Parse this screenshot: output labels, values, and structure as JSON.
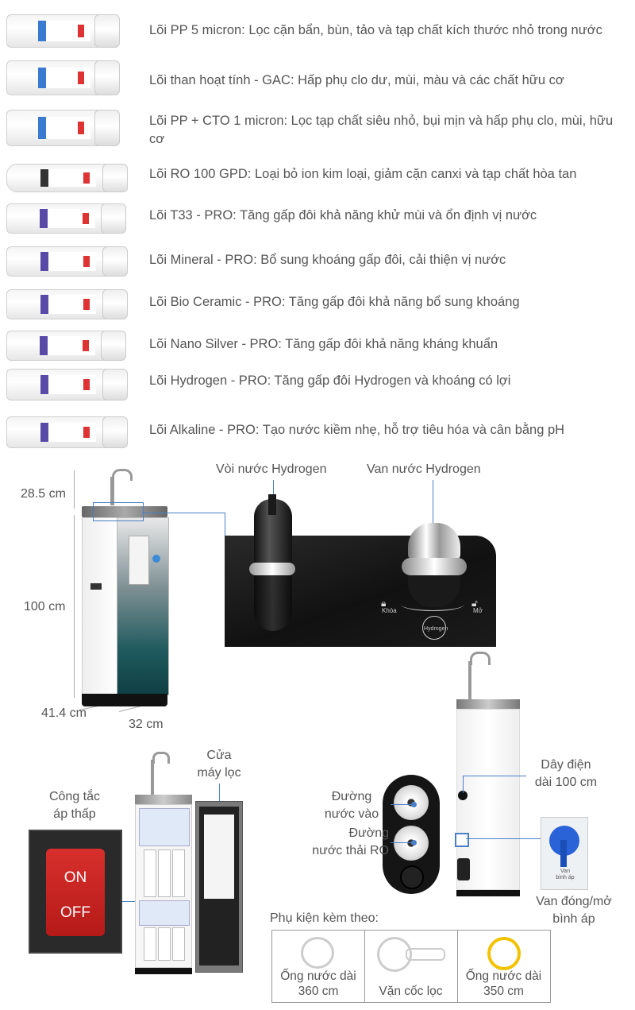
{
  "filters": [
    {
      "text": "Lõi PP 5 micron: Lọc cặn bẩn, bùn, tảo và tạp chất kích thước nhỏ trong nước"
    },
    {
      "text": "Lõi than hoạt tính - GAC: Hấp phụ clo dư, mùi, màu và các chất hữu cơ"
    },
    {
      "text": "Lõi PP + CTO 1 micron: Lọc tạp chất siêu nhỏ, bụi mịn và hấp phụ clo, mùi, hữu cơ"
    },
    {
      "text": "Lõi RO 100 GPD: Loại bỏ ion kim loại, giảm cặn canxi và tạp chất hòa tan"
    },
    {
      "text": "Lõi T33 - PRO: Tăng gấp đôi khả năng khử mùi và ổn định vị nước"
    },
    {
      "text": "Lõi Mineral - PRO: Bổ sung khoáng gấp đôi, cải thiện vị nước"
    },
    {
      "text": "Lõi Bio Ceramic - PRO: Tăng gấp đôi khả năng bổ sung khoáng"
    },
    {
      "text": "Lõi Nano Silver - PRO: Tăng gấp đôi khả năng kháng khuẩn"
    },
    {
      "text": "Lõi Hydrogen - PRO: Tăng gấp đôi Hydrogen và khoáng có lợi"
    },
    {
      "text": "Lõi Alkaline - PRO: Tạo nước kiềm nhẹ, hỗ trợ tiêu hóa và cân bằng pH"
    }
  ],
  "dimensions": {
    "faucet_height": "28.5 cm",
    "body_height": "100 cm",
    "depth": "41.4 cm",
    "width": "32 cm"
  },
  "panel": {
    "faucet_label": "Vòi nước Hydrogen",
    "valve_label": "Van nước Hydrogen",
    "lock_label": "Khóa",
    "open_label": "Mở",
    "hydrogen_label": "Hydrogen"
  },
  "machine": {
    "door_label": "Cửa\nmáy lọc",
    "switch_label": "Công tắc\náp thấp",
    "switch_on": "ON",
    "switch_off": "OFF"
  },
  "rear": {
    "inlet_label": "Đường\nnước vào",
    "drain_label": "Đường\nnước thải RO",
    "power_label": "Dây điện\ndài 100 cm",
    "tank_valve_label": "Van đóng/mở\nbình áp",
    "tank_valve_badge": "Van\nbình áp"
  },
  "accessories": {
    "title": "Phụ kiện kèm theo:",
    "items": [
      {
        "label": "Ống nước dài\n360 cm"
      },
      {
        "label": "Vặn cốc lọc"
      },
      {
        "label": "Ống nước dài\n350 cm"
      }
    ]
  },
  "colors": {
    "callout_line": "#4a7fc7",
    "switch_red": "#c8201e",
    "accessory_yellow": "#f2c200"
  }
}
